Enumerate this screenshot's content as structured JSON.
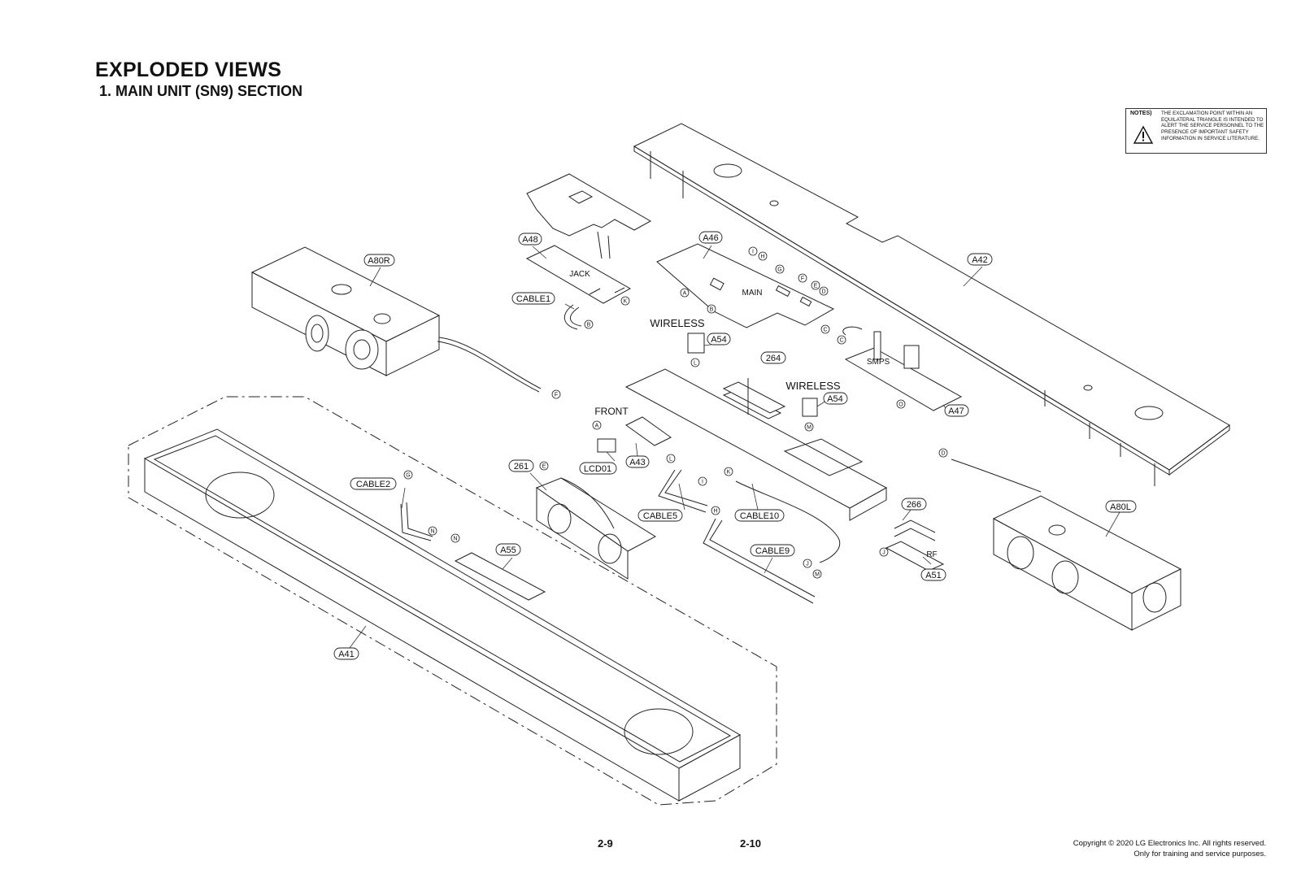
{
  "header": {
    "title": "EXPLODED VIEWS",
    "subtitle": "1. MAIN UNIT (SN9) SECTION"
  },
  "notes": {
    "label": "NOTES)",
    "text": "THE EXCLAMATION POINT WITHIN AN EQUILATERAL TRIANGLE IS INTENDED TO ALERT THE SERVICE PERSONNEL TO THE PRESENCE OF IMPORTANT SAFETY INFORMATION IN SERVICE LITERATURE.",
    "icon": "warning-triangle-icon"
  },
  "footer": {
    "page_left": "2-9",
    "page_right": "2-10",
    "copyright": "Copyright © 2020 LG Electronics Inc. All rights reserved.",
    "usage": "Only for training and service purposes."
  },
  "part_labels": {
    "a80r": "A80R",
    "a48": "A48",
    "a46": "A46",
    "a42": "A42",
    "cable1": "CABLE1",
    "a54_top": "A54",
    "a54_mid": "A54",
    "p264": "264",
    "a47": "A47",
    "a43": "A43",
    "lcd01": "LCD01",
    "p261": "261",
    "cable2": "CABLE2",
    "cable5": "CABLE5",
    "cable10": "CABLE10",
    "cable9": "CABLE9",
    "p266": "266",
    "a80l": "A80L",
    "a51": "A51",
    "a55": "A55",
    "a41": "A41"
  },
  "board_texts": {
    "jack": "JACK",
    "main": "MAIN",
    "smps": "SMPS",
    "rf": "RF",
    "wireless_top": "WIRELESS",
    "wireless_mid": "WIRELESS",
    "front": "FRONT"
  },
  "connector_letters": {
    "i_top": "I",
    "h_top": "H",
    "g_top": "G",
    "f_top": "F",
    "e_top": "E",
    "d_top": "D",
    "a_main": "A",
    "b_main": "B",
    "c_main": "C",
    "k_jack": "K",
    "b_cable1": "B",
    "f_spk": "F",
    "l_a54": "L",
    "c_smps": "C",
    "o_smps": "O",
    "m_a54": "M",
    "a_front": "A",
    "e_261": "E",
    "l_cable5": "L",
    "i_cable5": "I",
    "k_cable10": "K",
    "h_cable9": "H",
    "j_cable10": "J",
    "m_cable9": "M",
    "g_cable2": "G",
    "n_cable2": "N",
    "n_a55": "N",
    "d_a80l": "D",
    "j_a51": "J"
  }
}
